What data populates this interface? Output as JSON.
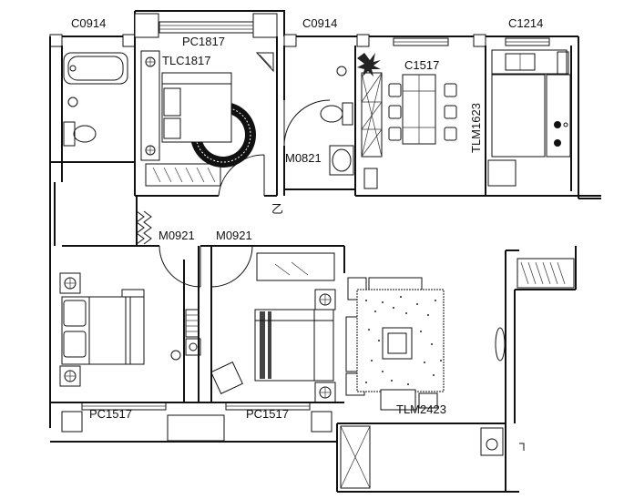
{
  "labels": {
    "c0914_left": "C0914",
    "pc1817": "PC1817",
    "c0914_mid": "C0914",
    "c1214": "C1214",
    "tlc1817": "TLC1817",
    "c1517": "C1517",
    "tlm1623": "TLM1623",
    "m0821": "M0821",
    "m0921_left": "M0921",
    "m0921_right": "M0921",
    "pc1517_left": "PC1517",
    "pc1517_right": "PC1517",
    "tlm2423": "TLM2423",
    "mark_yi": "乙"
  }
}
